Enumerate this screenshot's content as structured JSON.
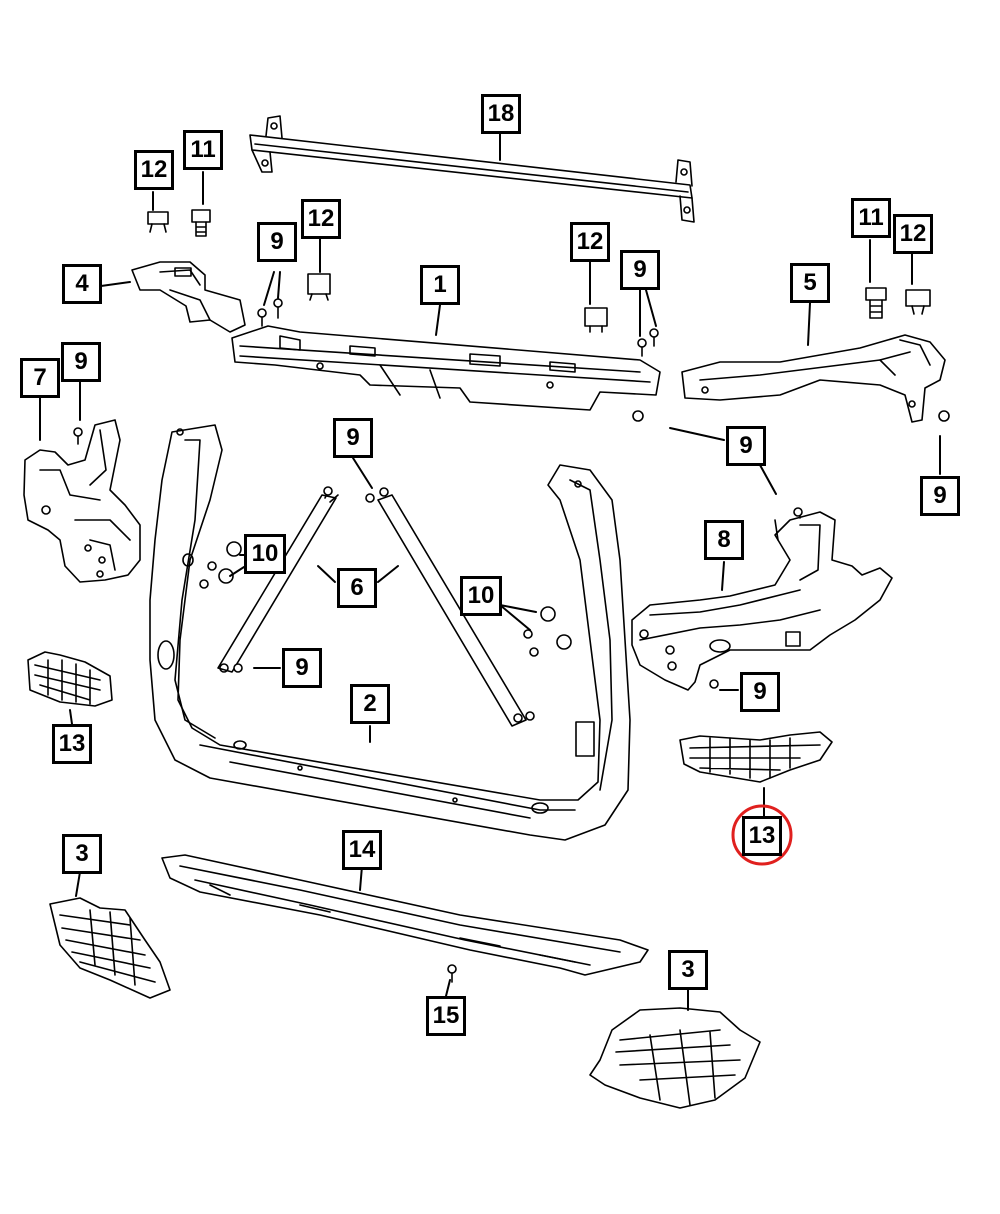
{
  "highlight_color": "#e0201e",
  "callouts": {
    "c18": "18",
    "c12a": "12",
    "c11a": "11",
    "c9a": "9",
    "c12b": "12",
    "c4": "4",
    "c1": "1",
    "c12c": "12",
    "c9b": "9",
    "c11b": "11",
    "c12d": "12",
    "c5": "5",
    "c7": "7",
    "c9c": "9",
    "c9d": "9",
    "c9e": "9",
    "c9f": "9",
    "c10a": "10",
    "c6": "6",
    "c10b": "10",
    "c8": "8",
    "c9g": "9",
    "c9h": "9",
    "c2": "2",
    "c13a": "13",
    "c13b": "13",
    "c3a": "3",
    "c14": "14",
    "c3b": "3",
    "c15": "15"
  }
}
